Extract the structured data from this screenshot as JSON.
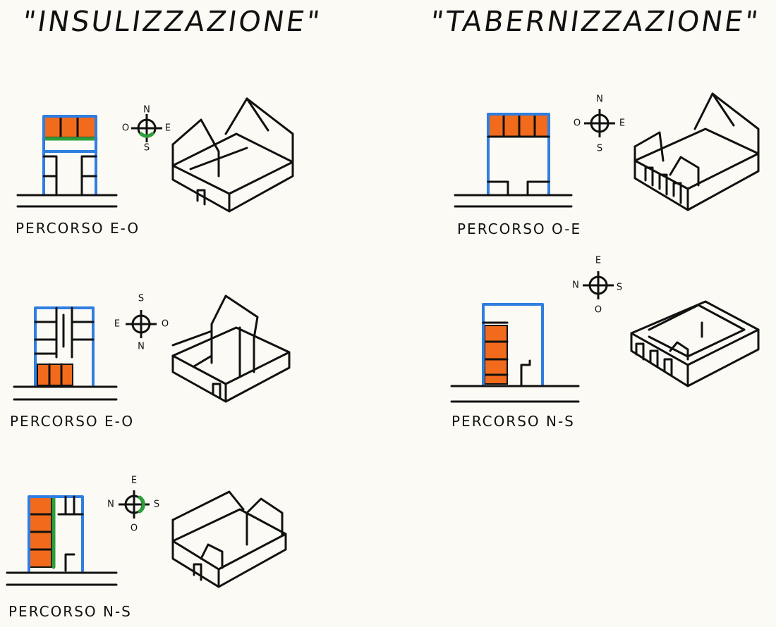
{
  "titles": {
    "left": "\"INSULIZZAZIONE\"",
    "right": "\"TABERNIZZAZIONE\""
  },
  "diagrams": [
    {
      "id": "ins-1",
      "route_label": "PERCORSO E-O",
      "compass": {
        "top": "N",
        "right": "E",
        "bottom": "S",
        "left": "O"
      }
    },
    {
      "id": "ins-2",
      "route_label": "PERCORSO E-O",
      "compass": {
        "top": "S",
        "right": "O",
        "bottom": "N",
        "left": "E"
      }
    },
    {
      "id": "ins-3",
      "route_label": "PERCORSO N-S",
      "compass": {
        "top": "E",
        "right": "S",
        "bottom": "O",
        "left": "N"
      }
    },
    {
      "id": "tab-1",
      "route_label": "PERCORSO O-E",
      "compass": {
        "top": "N",
        "right": "E",
        "bottom": "S",
        "left": "O"
      }
    },
    {
      "id": "tab-2",
      "route_label": "PERCORSO N-S",
      "compass": {
        "top": "E",
        "right": "S",
        "bottom": "O",
        "left": "N"
      }
    }
  ],
  "colors": {
    "blue": "#2f7ee0",
    "orange": "#f26a1b",
    "green": "#2e9e3a",
    "ink": "#111111",
    "paper": "#fbfaf5"
  }
}
